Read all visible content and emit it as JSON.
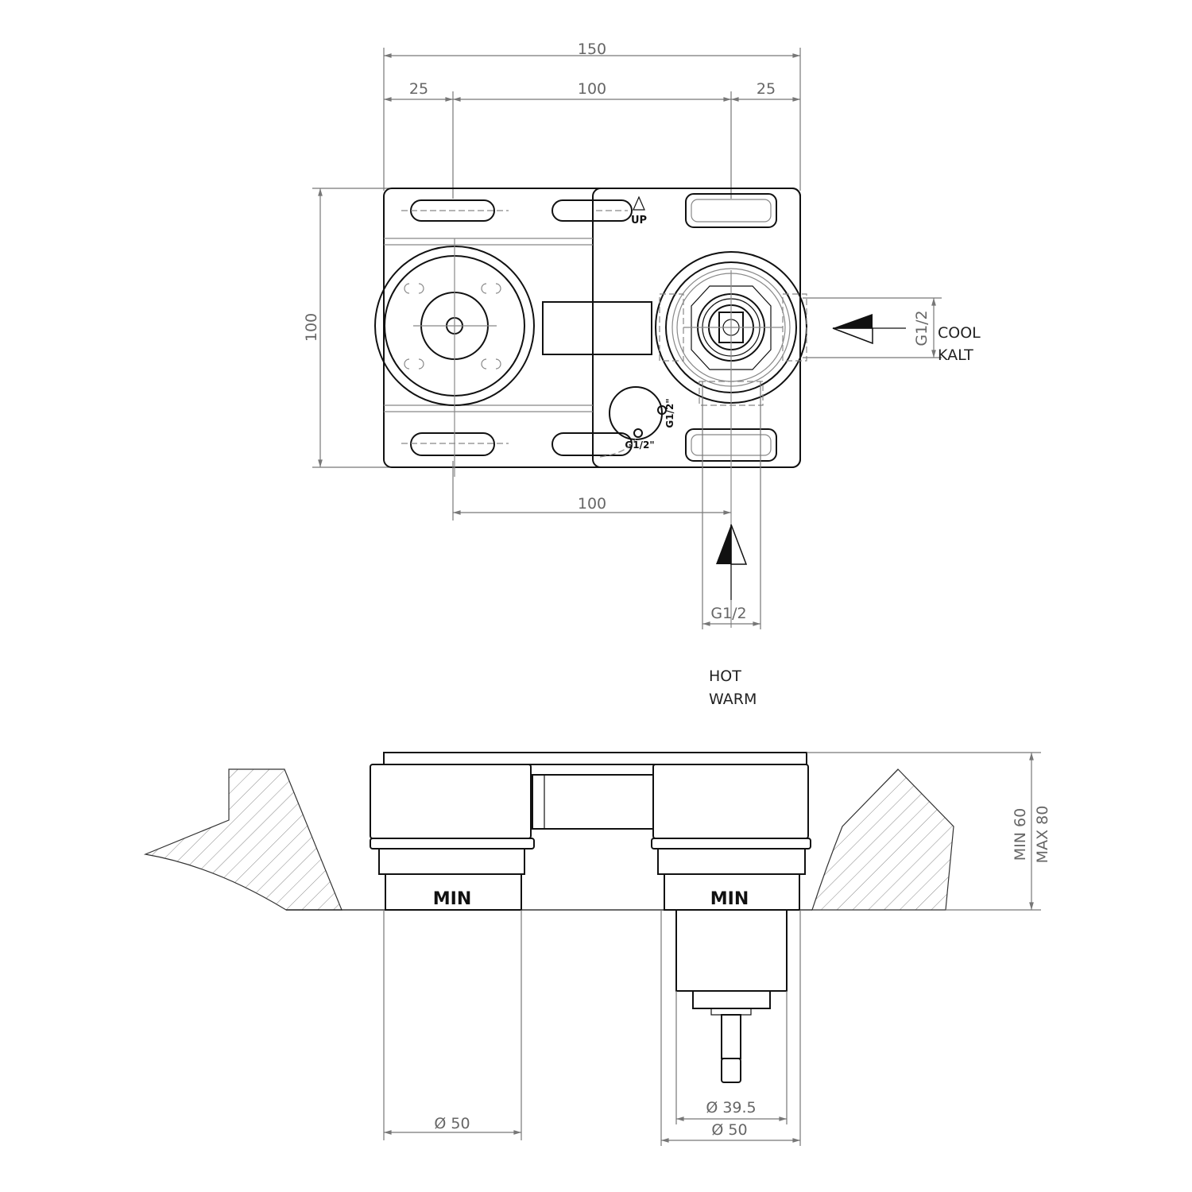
{
  "top_view": {
    "dim_total_width": "150",
    "dim_left_margin": "25",
    "dim_center_spacing": "100",
    "dim_right_margin": "25",
    "dim_height": "100",
    "dim_bottom_spacing": "100",
    "dim_inlet_right": "G1/2",
    "dim_inlet_bottom": "G1/2",
    "up_mark": "UP",
    "port_label_1": "G1/2\"",
    "port_label_2": "G1/2\"",
    "cold_label_en": "COOL",
    "cold_label_de": "KALT",
    "hot_label_en": "HOT",
    "hot_label_de": "WARM"
  },
  "side_view": {
    "min_label_left": "MIN",
    "min_label_right": "MIN",
    "dim_depth_min": "MIN 60",
    "dim_depth_max": "MAX 80",
    "dim_left_diameter": "Ø 50",
    "dim_cartridge_diameter": "Ø 39.5",
    "dim_right_diameter": "Ø 50"
  }
}
